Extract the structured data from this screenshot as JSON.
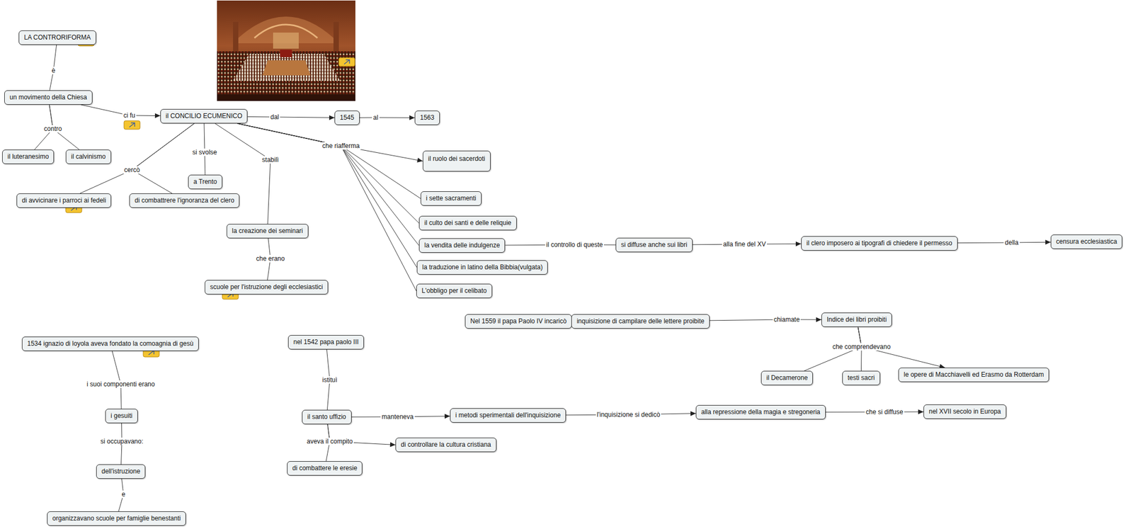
{
  "diagram": {
    "nodes": [
      {
        "text": [
          "LA CONTRORIFORMA"
        ]
      },
      {
        "text": [
          "un movimento della Chiesa"
        ]
      },
      {
        "text": [
          "il luteranesimo"
        ]
      },
      {
        "text": [
          "il calvinismo"
        ]
      },
      {
        "text": [
          "il CONCILIO ECUMENICO"
        ]
      },
      {
        "text": [
          "1545"
        ]
      },
      {
        "text": [
          "1563"
        ]
      },
      {
        "text": [
          "di avvicinare i parroci ai fedeli"
        ]
      },
      {
        "text": [
          "di combattrere l'ignoranza del clero"
        ]
      },
      {
        "text": [
          "a Trento"
        ]
      },
      {
        "text": [
          "la creazione dei seminari"
        ]
      },
      {
        "text": [
          "scuole per l'istruzione degli ecclesiastici"
        ]
      },
      {
        "text": [
          "il ruolo dei sacerdoti"
        ]
      },
      {
        "text": [
          "i sette sacramenti"
        ]
      },
      {
        "text": [
          "il culto dei santi e delle reliquie"
        ]
      },
      {
        "text": [
          "la vendita delle indulgenze"
        ]
      },
      {
        "text": [
          "la traduzione in latino della Bibbia(vulgata)"
        ]
      },
      {
        "text": [
          "L'obbligo per il celibato"
        ]
      },
      {
        "text": [
          "si diffuse anche sui libri"
        ]
      },
      {
        "text": [
          "il clero imposero ai tipografi di chiedere il permesso"
        ]
      },
      {
        "text": [
          "censura ecclesiastica"
        ]
      },
      {
        "text": [
          "Nel 1559 il papa Paolo IV incaricò"
        ]
      },
      {
        "text": [
          "inquisizione di campilare delle lettere proibite"
        ]
      },
      {
        "text": [
          "Indice dei libri proibiti"
        ]
      },
      {
        "text": [
          "il Decamerone"
        ]
      },
      {
        "text": [
          "testi sacri"
        ]
      },
      {
        "text": [
          "le opere di Macchiavelli ed Erasmo da Rotterdam"
        ]
      },
      {
        "text": [
          "1534 ignazio di loyola aveva fondato la comoagnia di gesù"
        ]
      },
      {
        "text": [
          "i gesuiti"
        ]
      },
      {
        "text": [
          "dell'istruzione"
        ]
      },
      {
        "text": [
          "organizzavano scuole per famiglie benestanti"
        ]
      },
      {
        "text": [
          "nel 1542 papa paolo III"
        ]
      },
      {
        "text": [
          "il santo uffizio"
        ]
      },
      {
        "text": [
          "di combattere le eresie"
        ]
      },
      {
        "text": [
          "di controllare la cultura cristiana"
        ]
      },
      {
        "text": [
          "i metodi sperimentali dell'inquisizione"
        ]
      },
      {
        "text": [
          "alla repressione della magia e stregoneria"
        ]
      },
      {
        "text": [
          "nel XVII secolo in Europa"
        ]
      }
    ],
    "edges": [
      {
        "from": 0,
        "to": 1,
        "label": "è",
        "arrow": "none"
      },
      {
        "from": 1,
        "to": 2,
        "label": "contro",
        "arrow": "none"
      },
      {
        "from": 1,
        "to": 3,
        "arrow": "none"
      },
      {
        "from": 1,
        "to": 4,
        "label": "ci fu",
        "arrow": "to"
      },
      {
        "from": 4,
        "to": 5,
        "label": "dal",
        "arrow": "to"
      },
      {
        "from": 5,
        "to": 6,
        "label": "al",
        "arrow": "to"
      },
      {
        "from": 4,
        "to": 7,
        "label": "cercò",
        "arrow": "none"
      },
      {
        "from": 4,
        "to": 8,
        "arrow": "none"
      },
      {
        "from": 4,
        "to": 9,
        "label": "si svolse",
        "arrow": "none"
      },
      {
        "from": 4,
        "to": 10,
        "label": "stabilì",
        "arrow": "none"
      },
      {
        "from": 10,
        "to": 11,
        "label": "che erano",
        "arrow": "none"
      },
      {
        "from": 4,
        "to": 12,
        "label": "che riafferma",
        "arrow": "to"
      },
      {
        "from": 4,
        "to": 13,
        "arrow": "none"
      },
      {
        "from": 4,
        "to": 14,
        "arrow": "none"
      },
      {
        "from": 4,
        "to": 15,
        "arrow": "none"
      },
      {
        "from": 4,
        "to": 16,
        "arrow": "none"
      },
      {
        "from": 4,
        "to": 17,
        "arrow": "none"
      },
      {
        "from": 15,
        "to": 18,
        "label": "il controllo di queste",
        "arrow": "none"
      },
      {
        "from": 18,
        "to": 19,
        "label": "alla fine del XV",
        "arrow": "to"
      },
      {
        "from": 19,
        "to": 20,
        "label": "della",
        "arrow": "to"
      },
      {
        "from": 22,
        "to": 23,
        "label": "chiamate",
        "arrow": "to"
      },
      {
        "from": 23,
        "to": 24,
        "label": "che comprendevano",
        "arrow": "none"
      },
      {
        "from": 23,
        "to": 25,
        "arrow": "none"
      },
      {
        "from": 23,
        "to": 26,
        "arrow": "to"
      },
      {
        "from": 27,
        "to": 28,
        "label": "i suoi componenti erano",
        "arrow": "none"
      },
      {
        "from": 28,
        "to": 29,
        "label": "si occupavano:",
        "arrow": "none"
      },
      {
        "from": 29,
        "to": 30,
        "label": "e",
        "arrow": "none"
      },
      {
        "from": 31,
        "to": 32,
        "label": "istituì",
        "arrow": "none"
      },
      {
        "from": 32,
        "to": 35,
        "label": "manteneva",
        "arrow": "to"
      },
      {
        "from": 32,
        "to": 34,
        "label": "aveva il compito",
        "arrow": "to"
      },
      {
        "from": 32,
        "to": 33,
        "arrow": "none"
      },
      {
        "from": 35,
        "to": 36,
        "label": "l'inquisizione si dedicò",
        "arrow": "to"
      },
      {
        "from": 36,
        "to": 37,
        "label": "che si diffuse",
        "arrow": "to"
      }
    ]
  }
}
